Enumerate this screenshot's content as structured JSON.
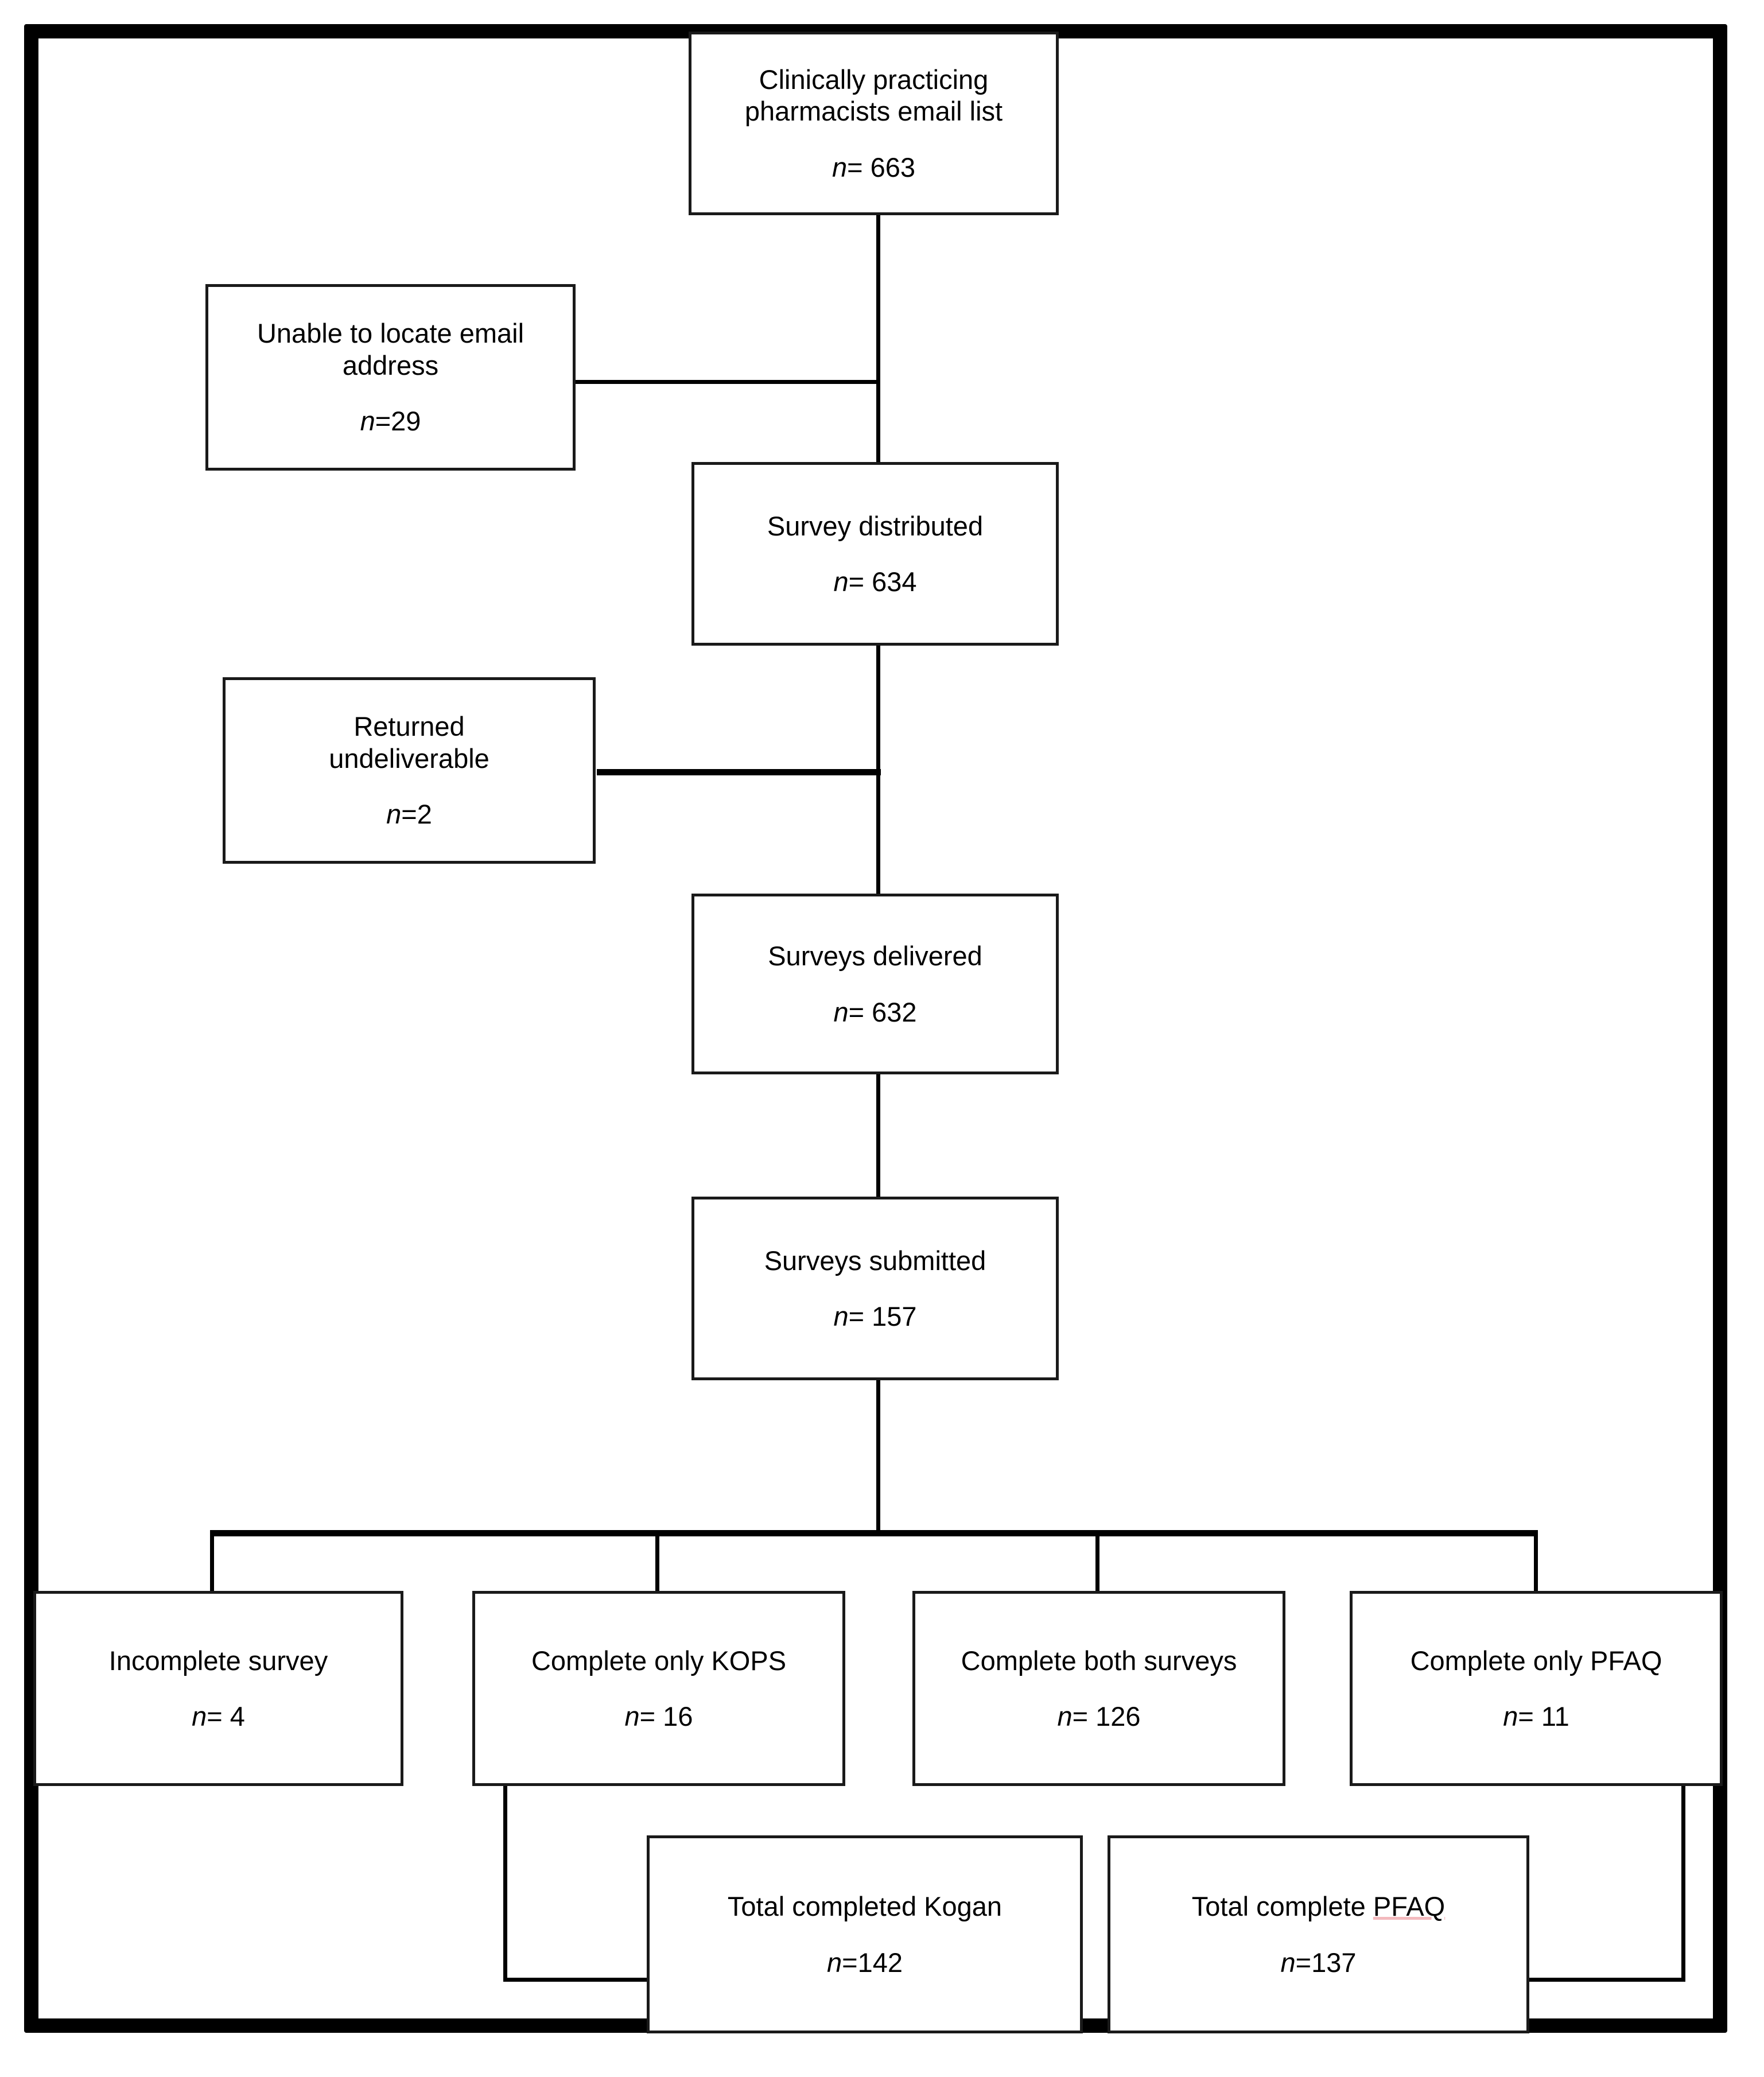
{
  "diagram": {
    "type": "flowchart",
    "title": "Survey distribution and response flow diagram",
    "nodes": [
      {
        "id": "email-list",
        "label": "Clinically practicing\npharmacists email list",
        "n_prefix": "n",
        "n_value": "= 663"
      },
      {
        "id": "unable-locate",
        "label": "Unable to locate email\naddress",
        "n_prefix": "n",
        "n_value": "=29"
      },
      {
        "id": "survey-distributed",
        "label": "Survey distributed",
        "n_prefix": "n",
        "n_value": "= 634"
      },
      {
        "id": "returned-undeliverable",
        "label": "Returned\nundeliverable",
        "n_prefix": "n",
        "n_value": "=2"
      },
      {
        "id": "surveys-delivered",
        "label": "Surveys delivered",
        "n_prefix": "n",
        "n_value": "= 632"
      },
      {
        "id": "surveys-submitted",
        "label": "Surveys submitted",
        "n_prefix": "n",
        "n_value": "= 157"
      },
      {
        "id": "incomplete-survey",
        "label": "Incomplete survey",
        "n_prefix": "n",
        "n_value": "= 4"
      },
      {
        "id": "complete-only-kops",
        "label": "Complete only KOPS",
        "n_prefix": "n",
        "n_value": "= 16"
      },
      {
        "id": "complete-both-surveys",
        "label": "Complete both surveys",
        "n_prefix": "n",
        "n_value": "= 126"
      },
      {
        "id": "complete-only-pfaq",
        "label": "Complete only PFAQ",
        "n_prefix": "n",
        "n_value": "= 11"
      },
      {
        "id": "total-completed-kogan",
        "label": "Total completed Kogan",
        "n_prefix": "n",
        "n_value": "=142"
      },
      {
        "id": "total-complete-pfaq",
        "label_plain": "Total complete ",
        "label_spell": "PFAQ",
        "n_prefix": "n",
        "n_value": "=137"
      }
    ],
    "colors": {
      "frame": "#000000",
      "box_border": "#1a1a1a",
      "connector": "#000000",
      "background": "#ffffff",
      "spellcheck_underline": "#f3b9bd"
    }
  }
}
